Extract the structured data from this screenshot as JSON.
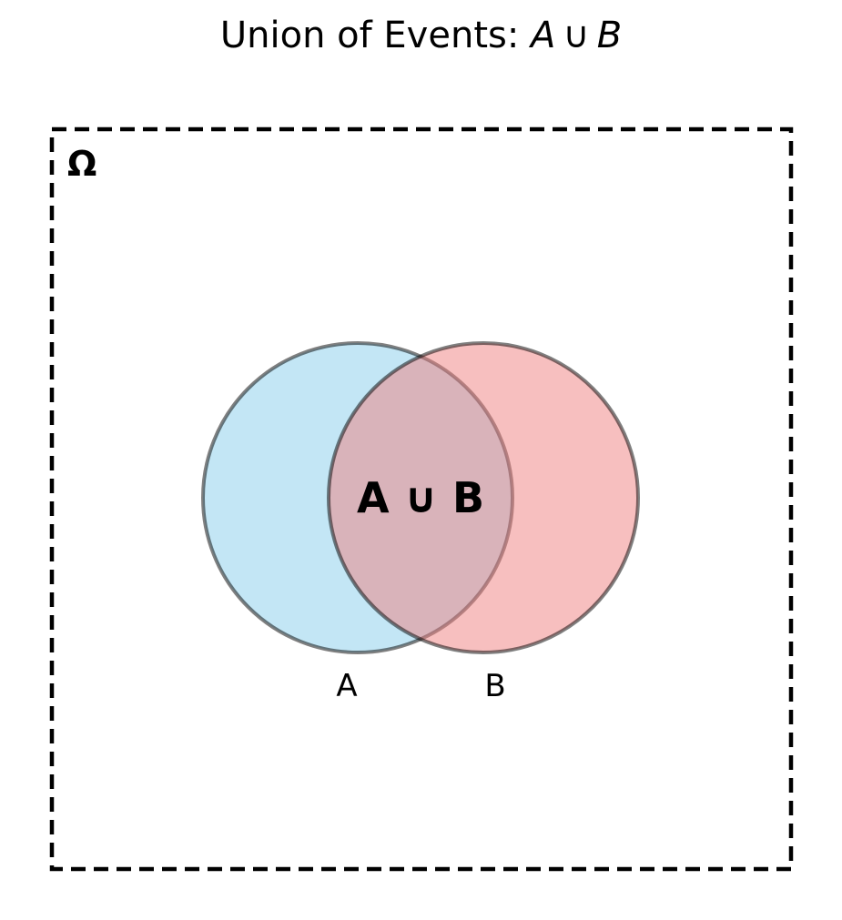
{
  "title": {
    "prefix": "Union of Events: ",
    "set_a": "A",
    "union_symbol": "∪",
    "set_b": "B"
  },
  "universe": {
    "label": "Ω"
  },
  "sets": {
    "a": {
      "label": "A",
      "fill_color": "#87ceeb"
    },
    "b": {
      "label": "B",
      "fill_color": "#f08080"
    }
  },
  "region_label": "A ∪ B",
  "colors": {
    "circle_stroke": "#000000",
    "border": "#000000"
  }
}
